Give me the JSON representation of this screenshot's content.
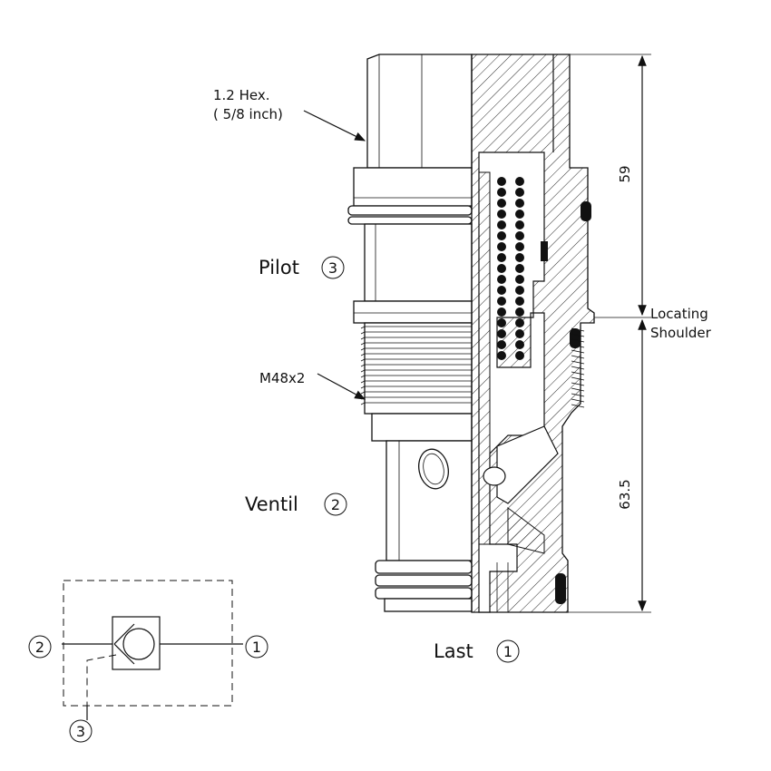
{
  "labels": {
    "hex_line1": "1.2 Hex.",
    "hex_line2": "( 5/8 inch)",
    "pilot": "Pilot",
    "pilot_port": "3",
    "thread": "M48x2",
    "ventil": "Ventil",
    "ventil_port": "2",
    "last": "Last",
    "last_port": "1",
    "locating_line1": "Locating",
    "locating_line2": "Shoulder",
    "dim_upper": "59",
    "dim_lower": "63.5"
  },
  "schematic": {
    "port_left": "2",
    "port_right": "1",
    "port_bottom": "3"
  }
}
